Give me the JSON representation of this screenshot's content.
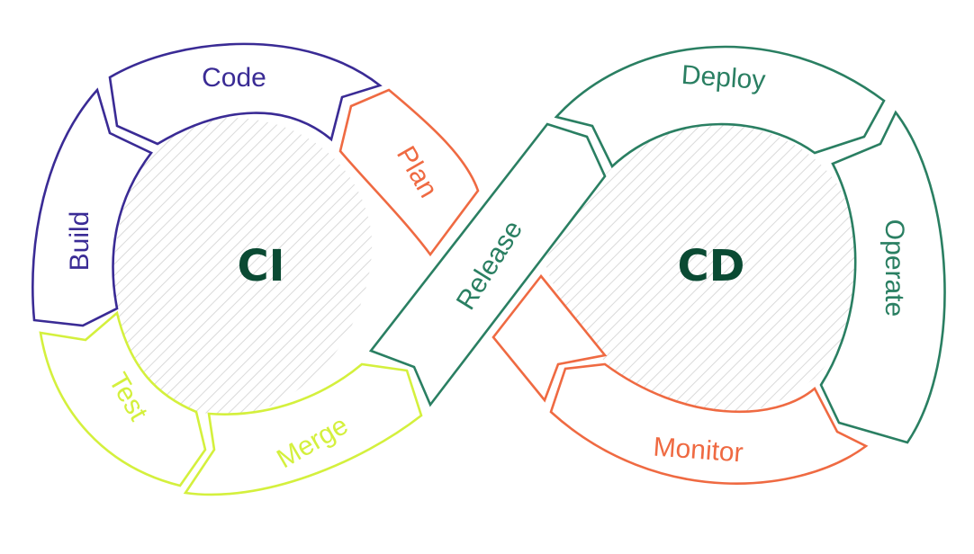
{
  "colors": {
    "purple": "#3a2b95",
    "orange": "#ef6a42",
    "lime": "#d4f03d",
    "green": "#2a7f62",
    "hub_text": "#0a4a33",
    "hatch": "#dadada"
  },
  "hubs": {
    "ci": "CI",
    "cd": "CD"
  },
  "stages": {
    "code": "Code",
    "plan": "Plan",
    "build": "Build",
    "test": "Test",
    "merge": "Merge",
    "release": "Release",
    "deploy": "Deploy",
    "operate": "Operate",
    "monitor": "Monitor"
  }
}
